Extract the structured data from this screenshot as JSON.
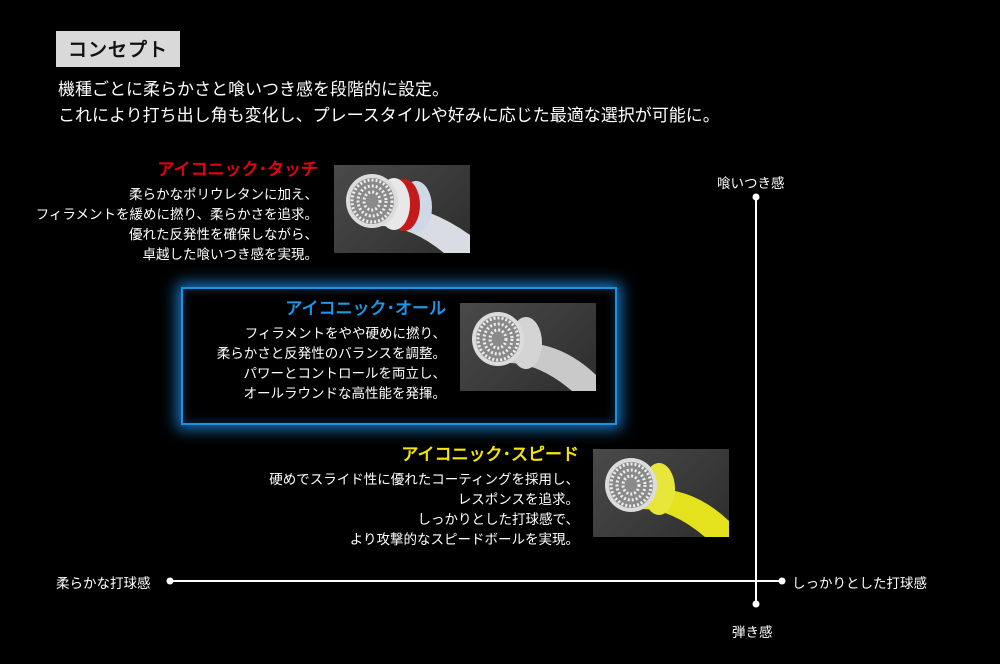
{
  "header": {
    "badge": "コンセプト",
    "lead_lines": [
      "機種ごとに柔らかさと喰いつき感を段階的に設定。",
      "これにより打ち出し角も変化し、プレースタイルや好みに応じた最適な選択が可能に。"
    ]
  },
  "products": [
    {
      "title": "アイコニック･タッチ",
      "title_color": "#e60012",
      "accent_color": "#cc1a1a",
      "lines": [
        "柔らかなポリウレタンに加え、",
        "フィラメントを緩めに撚り、柔らかさを追求。",
        "優れた反発性を確保しながら、",
        "卓越した喰いつき感を実現。"
      ]
    },
    {
      "title": "アイコニック･オール",
      "title_color": "#1e96e6",
      "accent_color": "#b0b0b0",
      "lines": [
        "フィラメントをやや硬めに撚り、",
        "柔らかさと反発性のバランスを調整。",
        "パワーとコントロールを両立し、",
        "オールラウンドな高性能を発揮。"
      ]
    },
    {
      "title": "アイコニック･スピード",
      "title_color": "#f5e600",
      "accent_color": "#e8e020",
      "lines": [
        "硬めでスライド性に優れたコーティングを採用し、",
        "レスポンスを追求。",
        "しっかりとした打球感で、",
        "より攻撃的なスピードボールを実現。"
      ]
    }
  ],
  "axes": {
    "top": "喰いつき感",
    "bottom": "弾き感",
    "left": "柔らかな打球感",
    "right": "しっかりとした打球感"
  }
}
